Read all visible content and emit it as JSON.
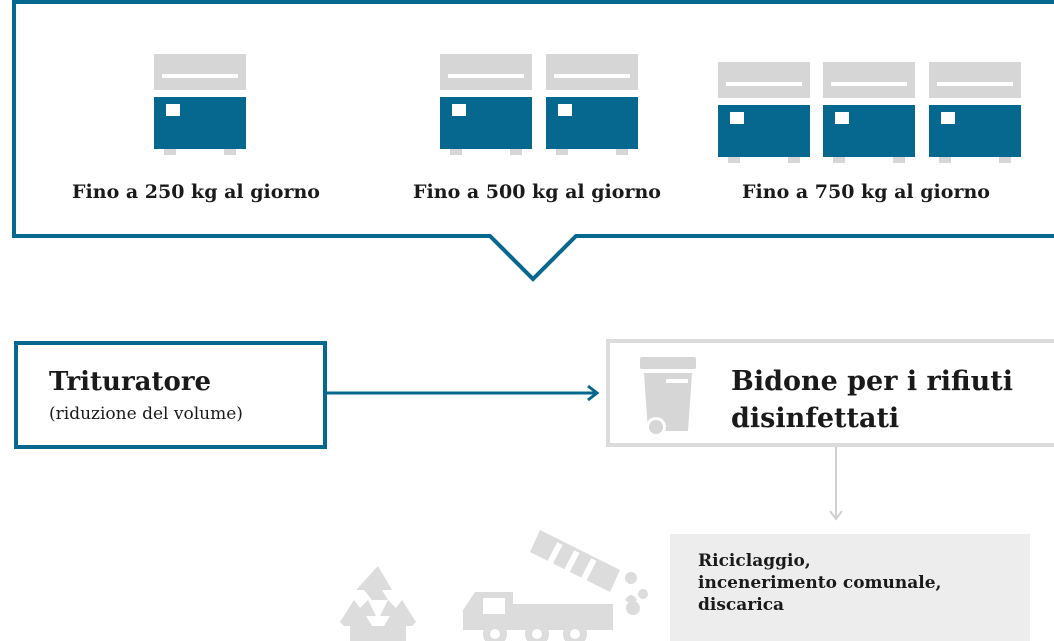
{
  "capacities": [
    {
      "label": "Fino a 250 kg al giorno",
      "units": 1
    },
    {
      "label": "Fino a 500 kg al giorno",
      "units": 2
    },
    {
      "label": "Fino a 750 kg al giorno",
      "units": 3
    }
  ],
  "shredder": {
    "title": "Trituratore",
    "subtitle": "(riduzione del volume)"
  },
  "bin": {
    "title_line1": "Bidone per i rifiuti",
    "title_line2": "disinfettati",
    "icon": "waste-bin-icon"
  },
  "result": {
    "line1": "Riciclaggio,",
    "line2": "incenerimento comunale,",
    "line3": "discarica"
  },
  "icons": {
    "unit": "disinfection-unit-icon",
    "recycle": "recycle-icon",
    "truck": "dump-truck-icon"
  },
  "colors": {
    "primary": "#07688f",
    "lid": "#d6d6d6",
    "light_gray": "#dcdcdc",
    "result_bg": "#ededed"
  }
}
